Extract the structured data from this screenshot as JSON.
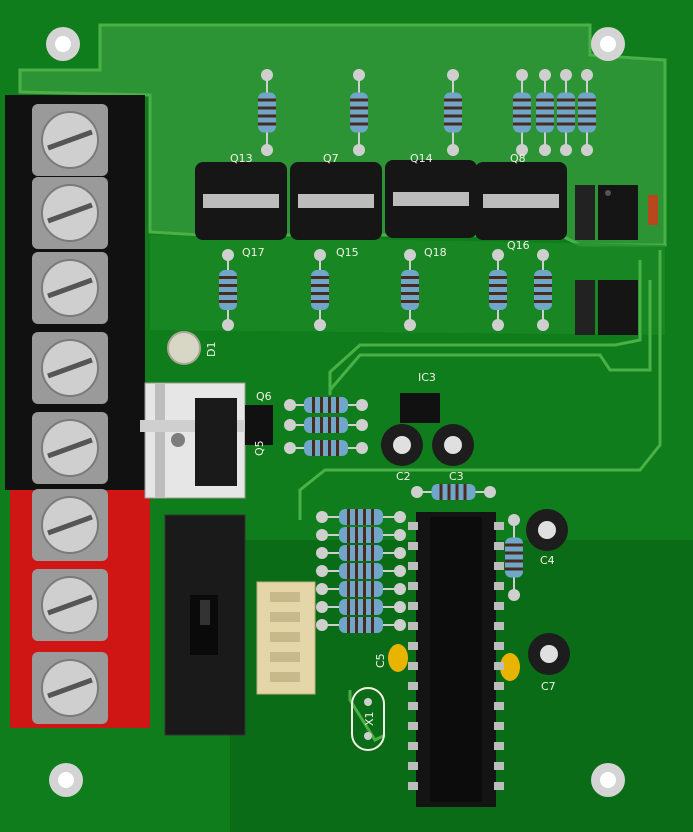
{
  "image": {
    "subject": "pcb",
    "colors": {
      "board": "#0f7d1c",
      "board_dark": "#0a5e14",
      "copper": "#3d9a38",
      "silk": "#f2f2e6",
      "terminal_black": "#111111",
      "terminal_red": "#d01515",
      "screw": "#b8b8b8",
      "ic_body": "#141414"
    }
  },
  "silkscreen": {
    "q13": "Q13",
    "q7": "Q7",
    "q14": "Q14",
    "q8": "Q8",
    "q17": "Q17",
    "q15": "Q15",
    "q18": "Q18",
    "q16": "Q16",
    "d1": "D1",
    "q6": "Q6",
    "q5": "Q5",
    "ic3": "IC3",
    "c2": "C2",
    "c3": "C3",
    "c4": "C4",
    "c5": "C5",
    "c7": "C7",
    "x1": "X1"
  }
}
